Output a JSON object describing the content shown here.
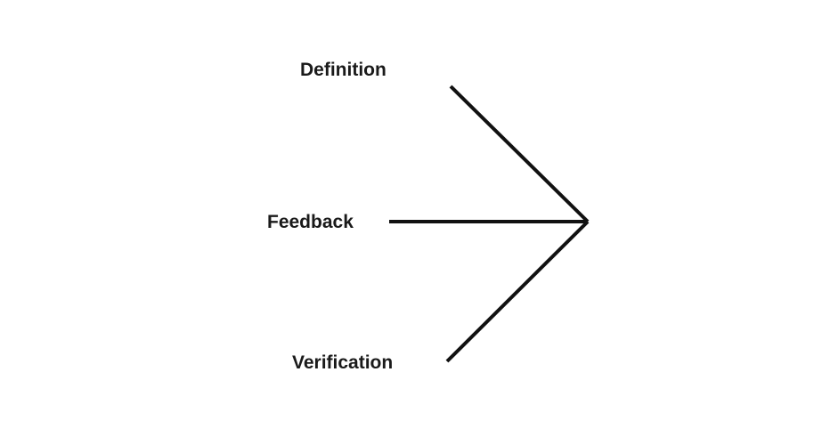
{
  "diagram": {
    "labels": {
      "definition": "Definition",
      "feedback": "Feedback",
      "verification": "Verification"
    },
    "line_color": "#111111",
    "text_color": "#1a1a1a"
  }
}
